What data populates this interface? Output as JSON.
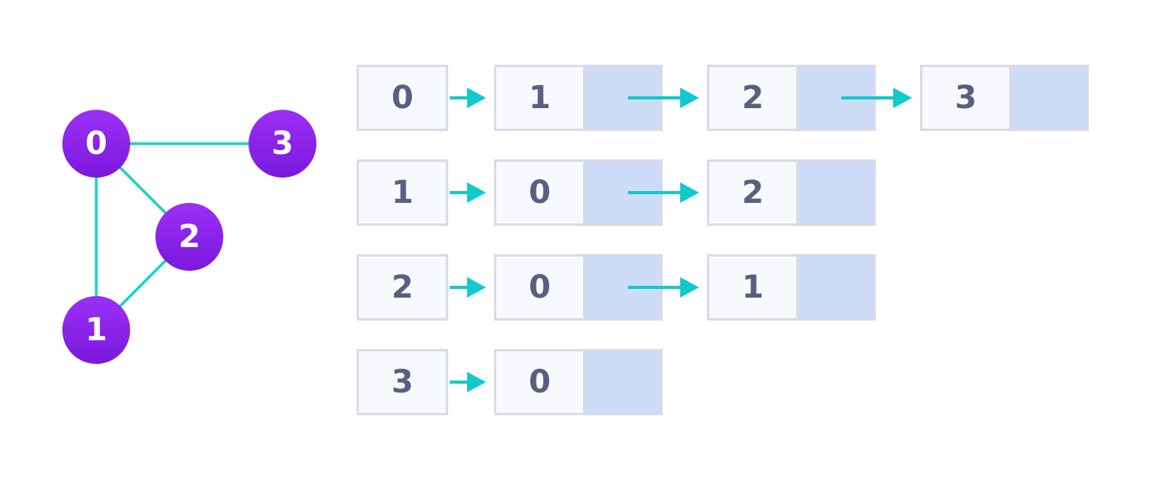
{
  "graph": {
    "nodes": [
      {
        "id": "0",
        "label": "0"
      },
      {
        "id": "1",
        "label": "1"
      },
      {
        "id": "2",
        "label": "2"
      },
      {
        "id": "3",
        "label": "3"
      }
    ],
    "edges": [
      [
        "0",
        "3"
      ],
      [
        "0",
        "1"
      ],
      [
        "0",
        "2"
      ],
      [
        "2",
        "1"
      ]
    ]
  },
  "adjacency_list": [
    {
      "head": "0",
      "neighbors": [
        "1",
        "2",
        "3"
      ]
    },
    {
      "head": "1",
      "neighbors": [
        "0",
        "2"
      ]
    },
    {
      "head": "2",
      "neighbors": [
        "0",
        "1"
      ]
    },
    {
      "head": "3",
      "neighbors": [
        "0"
      ]
    }
  ],
  "colors": {
    "node_fill_top": "#9b30f5",
    "node_fill_bottom": "#7a18dc",
    "node_label": "#ffffff",
    "edge": "#1fd1c4",
    "arrow": "#12c9cc",
    "cell_fill": "#f8f9fd",
    "cell_border": "#d8dce6",
    "pointer_fill": "#cddcf7",
    "cell_text": "#5a5f80"
  }
}
